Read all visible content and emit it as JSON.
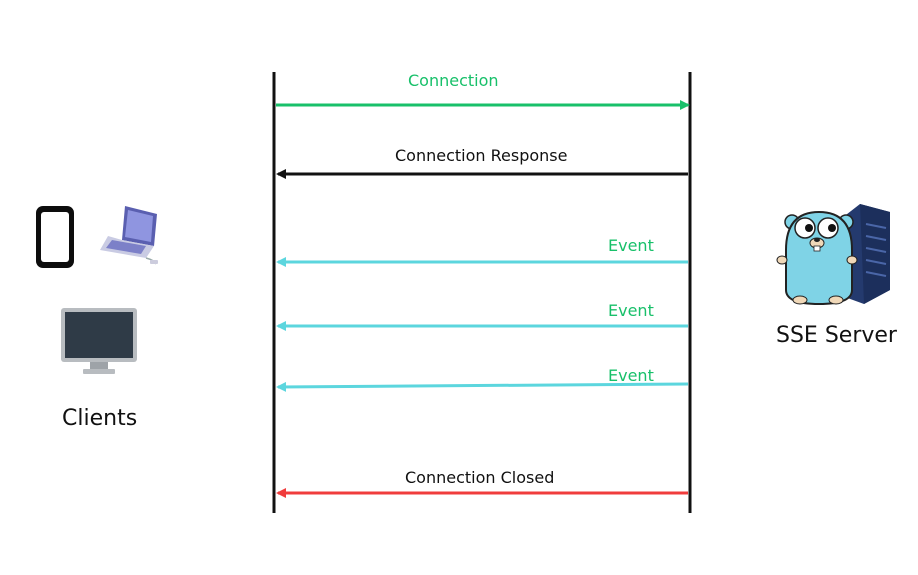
{
  "diagram": {
    "left_actor": "Clients",
    "right_actor": "SSE Server",
    "messages": [
      {
        "label": "Connection",
        "direction": "to-server",
        "color": "#18c06a",
        "label_color": "#18c06a"
      },
      {
        "label": "Connection Response",
        "direction": "to-client",
        "color": "#111111",
        "label_color": "#111111"
      },
      {
        "label": "Event",
        "direction": "to-client",
        "color": "#5cd6de",
        "label_color": "#18c06a"
      },
      {
        "label": "Event",
        "direction": "to-client",
        "color": "#5cd6de",
        "label_color": "#18c06a"
      },
      {
        "label": "Event",
        "direction": "to-client",
        "color": "#5cd6de",
        "label_color": "#18c06a"
      },
      {
        "label": "Connection Closed",
        "direction": "to-client",
        "color": "#f03c3c",
        "label_color": "#111111"
      }
    ],
    "icons": [
      "smartphone-icon",
      "laptop-icon",
      "monitor-icon",
      "gopher-icon",
      "server-rack-icon"
    ]
  }
}
